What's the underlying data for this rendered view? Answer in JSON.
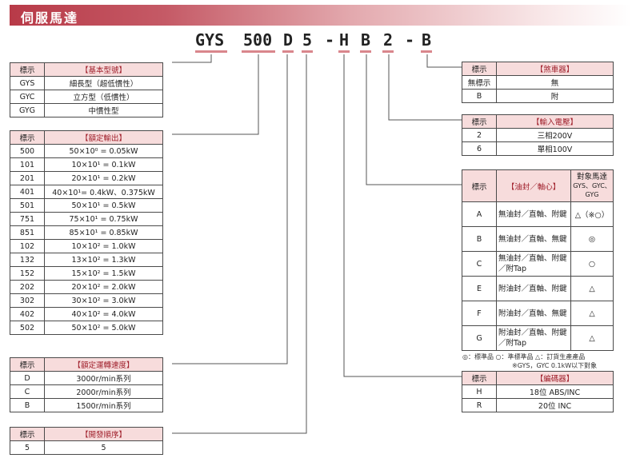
{
  "banner_title": "伺服馬達",
  "model_code": {
    "gys": "GYS",
    "capacity": "500",
    "speed": "D",
    "dev": "5",
    "dash1": "-",
    "h": "H",
    "b1": "B",
    "two": "2",
    "dash2": "-",
    "b2": "B"
  },
  "basic_model": {
    "header": [
      "標示",
      "【基本型號】"
    ],
    "rows": [
      [
        "GYS",
        "細長型（超低慣性）"
      ],
      [
        "GYC",
        "立方型（低慣性）"
      ],
      [
        "GYG",
        "中慣性型"
      ]
    ]
  },
  "rated_output": {
    "header": [
      "標示",
      "【額定輸出】"
    ],
    "rows": [
      [
        "500",
        "50×10⁰ = 0.05kW"
      ],
      [
        "101",
        "10×10¹ = 0.1kW"
      ],
      [
        "201",
        "20×10¹ = 0.2kW"
      ],
      [
        "401",
        "40×10¹= 0.4kW、0.375kW"
      ],
      [
        "501",
        "50×10¹ = 0.5kW"
      ],
      [
        "751",
        "75×10¹ = 0.75kW"
      ],
      [
        "851",
        "85×10¹ = 0.85kW"
      ],
      [
        "102",
        "10×10² = 1.0kW"
      ],
      [
        "132",
        "13×10² = 1.3kW"
      ],
      [
        "152",
        "15×10² = 1.5kW"
      ],
      [
        "202",
        "20×10² = 2.0kW"
      ],
      [
        "302",
        "30×10² = 3.0kW"
      ],
      [
        "402",
        "40×10² = 4.0kW"
      ],
      [
        "502",
        "50×10² = 5.0kW"
      ]
    ]
  },
  "rated_speed": {
    "header": [
      "標示",
      "【額定運轉速度】"
    ],
    "rows": [
      [
        "D",
        "3000r/min系列"
      ],
      [
        "C",
        "2000r/min系列"
      ],
      [
        "B",
        "1500r/min系列"
      ]
    ]
  },
  "dev_order": {
    "header": [
      "標示",
      "【開發順序】"
    ],
    "rows": [
      [
        "5",
        "5"
      ]
    ]
  },
  "brake": {
    "header": [
      "標示",
      "【煞車器】"
    ],
    "rows": [
      [
        "無標示",
        "無"
      ],
      [
        "B",
        "附"
      ]
    ]
  },
  "input_voltage": {
    "header": [
      "標示",
      "【輸入電壓】"
    ],
    "rows": [
      [
        "2",
        "三相200V"
      ],
      [
        "6",
        "單相100V"
      ]
    ]
  },
  "shaft": {
    "header": [
      "標示",
      "【油封／軸心】",
      "對象馬達",
      "GYS、GYC、GYG"
    ],
    "rows": [
      [
        "A",
        "無油封／直軸、附鍵",
        "△（※○）"
      ],
      [
        "B",
        "無油封／直軸、無鍵",
        "◎"
      ],
      [
        "C",
        "無油封／直軸、附鍵／附Tap",
        "○"
      ],
      [
        "E",
        "附油封／直軸、附鍵",
        "△"
      ],
      [
        "F",
        "附油封／直軸、無鍵",
        "△"
      ],
      [
        "G",
        "附油封／直軸、附鍵／附Tap",
        "△"
      ]
    ],
    "note1": "◎：標準品 ○：準標準品 △：訂貨生產產品",
    "note2": "※GYS，GYC 0.1kW以下對象"
  },
  "encoder": {
    "header": [
      "標示",
      "【編碼器】"
    ],
    "rows": [
      [
        "H",
        "18位 ABS/INC"
      ],
      [
        "R",
        "20位 INC"
      ]
    ]
  },
  "colors": {
    "banner": "#b83a48",
    "header_bg": "#f7dcdc",
    "header_text": "#a0202c",
    "underline": "#d9868c",
    "leader": "#555555"
  }
}
